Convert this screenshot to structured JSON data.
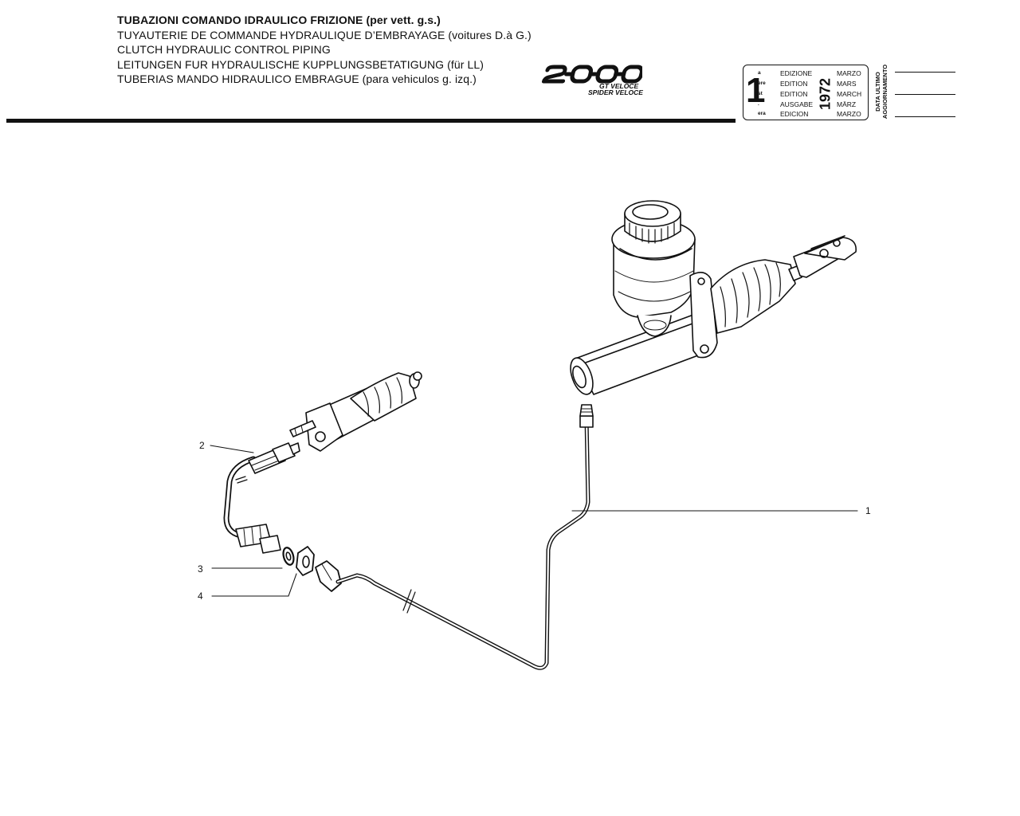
{
  "header": {
    "titles": [
      {
        "text": "TUBAZIONI COMANDO IDRAULICO FRIZIONE (per vett. g.s.)",
        "bold": true
      },
      {
        "text": "TUYAUTERIE DE COMMANDE HYDRAULIQUE D’EMBRAYAGE (voitures D.à G.)",
        "bold": false
      },
      {
        "text": "CLUTCH HYDRAULIC CONTROL PIPING",
        "bold": false
      },
      {
        "text": "LEITUNGEN FUR HYDRAULISCHE KUPPLUNGSBETATIGUNG (für LL)",
        "bold": false
      },
      {
        "text": "TUBERIAS MANDO HIDRAULICO EMBRAGUE (para vehiculos g. izq.)",
        "bold": false
      }
    ]
  },
  "logo": {
    "model": "2000",
    "variant_1": "GT VELOCE",
    "variant_2": "SPIDER VELOCE"
  },
  "edition": {
    "number": "1",
    "suffixes": [
      "a",
      "ere",
      "st",
      ".",
      "era"
    ],
    "names": [
      "EDIZIONE",
      "EDITION",
      "EDITION",
      "AUSGABE",
      "EDICION"
    ],
    "year": "1972",
    "months": [
      "MARZO",
      "MARS",
      "MARCH",
      "MÄRZ",
      "MARZO"
    ]
  },
  "last_update": {
    "line1": "DATA ULTIMO",
    "line2": "AGGIORNAMENTO"
  },
  "callouts": {
    "c1": "1",
    "c2": "2",
    "c3": "3",
    "c4": "4"
  }
}
